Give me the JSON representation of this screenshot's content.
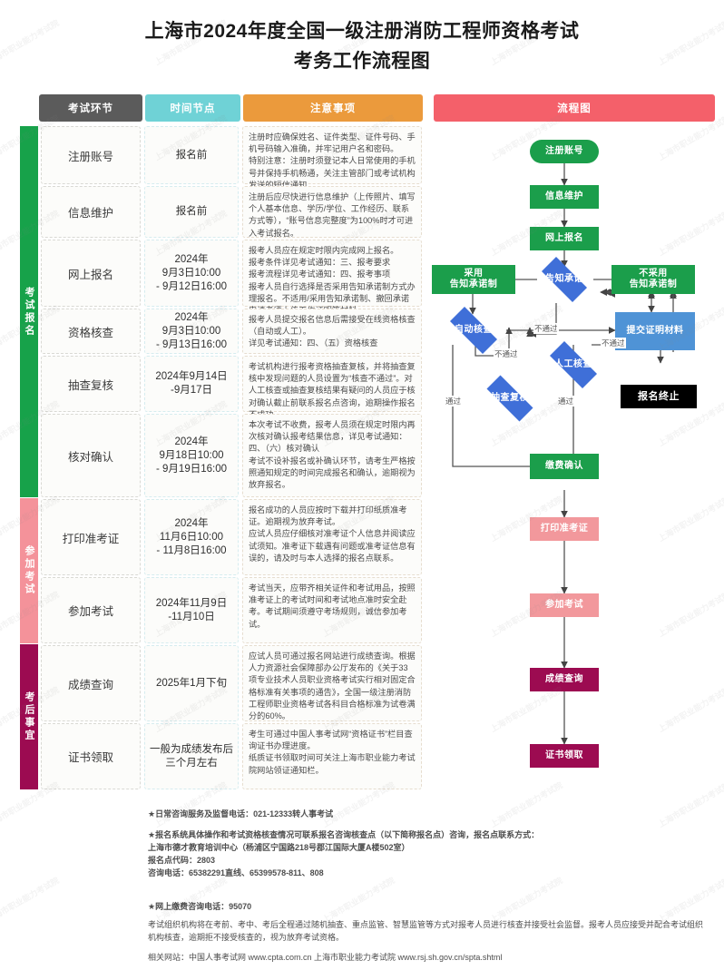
{
  "title": {
    "line1": "上海市2024年度全国一级注册消防工程师资格考试",
    "line2": "考务工作流程图"
  },
  "table": {
    "headers": {
      "stage": "考试环节",
      "time": "时间节点",
      "notes": "注意事项",
      "flow": "流程图"
    },
    "stage_groups": [
      {
        "label": "考试报名"
      },
      {
        "label": "参加考试"
      },
      {
        "label": "考后事宜"
      }
    ],
    "rows": [
      {
        "stage": "注册账号",
        "time": "报名前",
        "notes": "注册时应确保姓名、证件类型、证件号码、手机号码输入准确，并牢记用户名和密码。\n特别注意：注册时须登记本人日常使用的手机号并保持手机畅通，关注主管部门或考试机构发送的短信通知。"
      },
      {
        "stage": "信息维护",
        "time": "报名前",
        "notes": "注册后应尽快进行信息维护（上传照片、填写个人基本信息、学历/学位、工作经历、联系方式等），“账号信息完整度”为100%时才可进入考试报名。"
      },
      {
        "stage": "网上报名",
        "time": "2024年\n9月3日10:00\n- 9月12日16:00",
        "notes": "报考人员应在规定时限内完成网上报名。\n报考条件详见考试通知：三、报考要求\n报考流程详见考试通知：四、报考事项\n报考人员自行选择是否采用告知承诺制方式办理报名。不适用/采用告知承诺制、撤回承诺申请者须上传工作证明等材料。"
      },
      {
        "stage": "资格核查",
        "time": "2024年\n9月3日10:00\n- 9月13日16:00",
        "notes": "报考人员提交报名信息后需接受在线资格核查（自动或人工）。\n详见考试通知：四、（五）资格核查"
      },
      {
        "stage": "抽查复核",
        "time": "2024年9月14日\n-9月17日",
        "notes": "考试机构进行报考资格抽查复核，并将抽查复核中发现问题的人员设置为“核查不通过”。对人工核查或抽查复核结果有疑问的人员应于核对确认截止前联系报名点咨询，逾期操作报名不成功。"
      },
      {
        "stage": "核对确认",
        "time": "2024年\n9月18日10:00\n- 9月19日16:00",
        "notes": "本次考试不收费，报考人员须在规定时限内再次核对确认报考结果信息，详见考试通知：四、（六）核对确认\n考试不设补报名或补确认环节，请考生严格按照通知规定的时间完成报名和确认，逾期视为放弃报名。"
      },
      {
        "stage": "打印准考证",
        "time": "2024年\n11月6日10:00\n- 11月8日16:00",
        "notes": "报名成功的人员应按时下载并打印纸质准考证。逾期视为放弃考试。\n应试人员应仔细核对准考证个人信息并阅读应试须知。准考证下载遇有问题或准考证信息有误的，请及时与本人选择的报名点联系。"
      },
      {
        "stage": "参加考试",
        "time": "2024年11月9日\n-11月10日",
        "notes": "考试当天，应带齐相关证件和考试用品，按照准考证上的考试时间和考试地点准时安全赴考。考试期间须遵守考场规则，诚信参加考试。"
      },
      {
        "stage": "成绩查询",
        "time": "2025年1月下旬",
        "notes": "应试人员可通过报名网站进行成绩查询。根据人力资源社会保障部办公厅发布的《关于33项专业技术人员职业资格考试实行相对固定合格标准有关事项的通告》，全国一级注册消防工程师职业资格考试各科目合格标准为试卷满分的60%。"
      },
      {
        "stage": "证书领取",
        "time": "一般为成绩发布后\n三个月左右",
        "notes": "考生可通过中国人事考试网“资格证书”栏目查询证书办理进度。\n纸质证书领取时间可关注上海市职业能力考试院网站领证通知栏。"
      }
    ]
  },
  "flowchart": {
    "type": "diagram",
    "nodes": [
      {
        "id": "register",
        "label": "注册账号",
        "shape": "rounded",
        "color": "#1b9e4b"
      },
      {
        "id": "info",
        "label": "信息维护",
        "shape": "rect",
        "color": "#1b9e4b"
      },
      {
        "id": "online_apply",
        "label": "网上报名",
        "shape": "rect",
        "color": "#1b9e4b"
      },
      {
        "id": "promise",
        "label": "告知承诺",
        "shape": "diamond",
        "color": "#3f6fd8"
      },
      {
        "id": "adopt",
        "label": "采用\n告知承诺制",
        "shape": "rect",
        "color": "#1b9e4b"
      },
      {
        "id": "not_adopt",
        "label": "不采用\n告知承诺制",
        "shape": "rect",
        "color": "#1b9e4b"
      },
      {
        "id": "auto_check",
        "label": "自动核查",
        "shape": "diamond",
        "color": "#3f6fd8"
      },
      {
        "id": "submit_docs",
        "label": "提交证明材料",
        "shape": "rect",
        "color": "#4f93d6"
      },
      {
        "id": "manual_check",
        "label": "人工核查",
        "shape": "diamond",
        "color": "#3f6fd8"
      },
      {
        "id": "spot_recheck",
        "label": "抽查复核",
        "shape": "diamond",
        "color": "#3f6fd8"
      },
      {
        "id": "terminate",
        "label": "报名终止",
        "shape": "rect",
        "color": "#000000"
      },
      {
        "id": "pay_confirm",
        "label": "缴费确认",
        "shape": "rect",
        "color": "#1b9e4b"
      },
      {
        "id": "print_ticket",
        "label": "打印准考证",
        "shape": "rect",
        "color": "#f2989c"
      },
      {
        "id": "take_exam",
        "label": "参加考试",
        "shape": "rect",
        "color": "#f2989c"
      },
      {
        "id": "score_query",
        "label": "成绩查询",
        "shape": "rect",
        "color": "#9c0b51"
      },
      {
        "id": "get_cert",
        "label": "证书领取",
        "shape": "rect",
        "color": "#9c0b51"
      }
    ],
    "edge_labels": {
      "fail1": "不通过",
      "fail2": "不通过",
      "fail3": "不通过",
      "pass1": "通过",
      "pass2": "通过"
    }
  },
  "footer": {
    "note1": "★日常咨询服务及监督电话：021-12333转人事考试",
    "note2": "★报名系统具体操作和考试资格核查情况可联系报名咨询核查点（以下简称报名点）咨询，报名点联系方式：\n上海市德才教育培训中心（杨浦区宁国路218号郡江国际大厦A楼502室）\n报名点代码：2803\n咨询电话：65382291直线、65399578-811、808",
    "note3": "★网上缴费咨询电话：95070",
    "note4": "考试组织机构将在考前、考中、考后全程通过随机抽查、重点监管、智慧监管等方式对报考人员进行核查并接受社会监督。报考人员应接受并配合考试组织机构核查，逾期拒不接受核查的，视为放弃考试资格。",
    "note5": "相关网站：中国人事考试网 www.cpta.com.cn     上海市职业能力考试院 www.rsj.sh.gov.cn/spta.shtml"
  },
  "watermark": {
    "text": "上海市职业能力考试院"
  }
}
